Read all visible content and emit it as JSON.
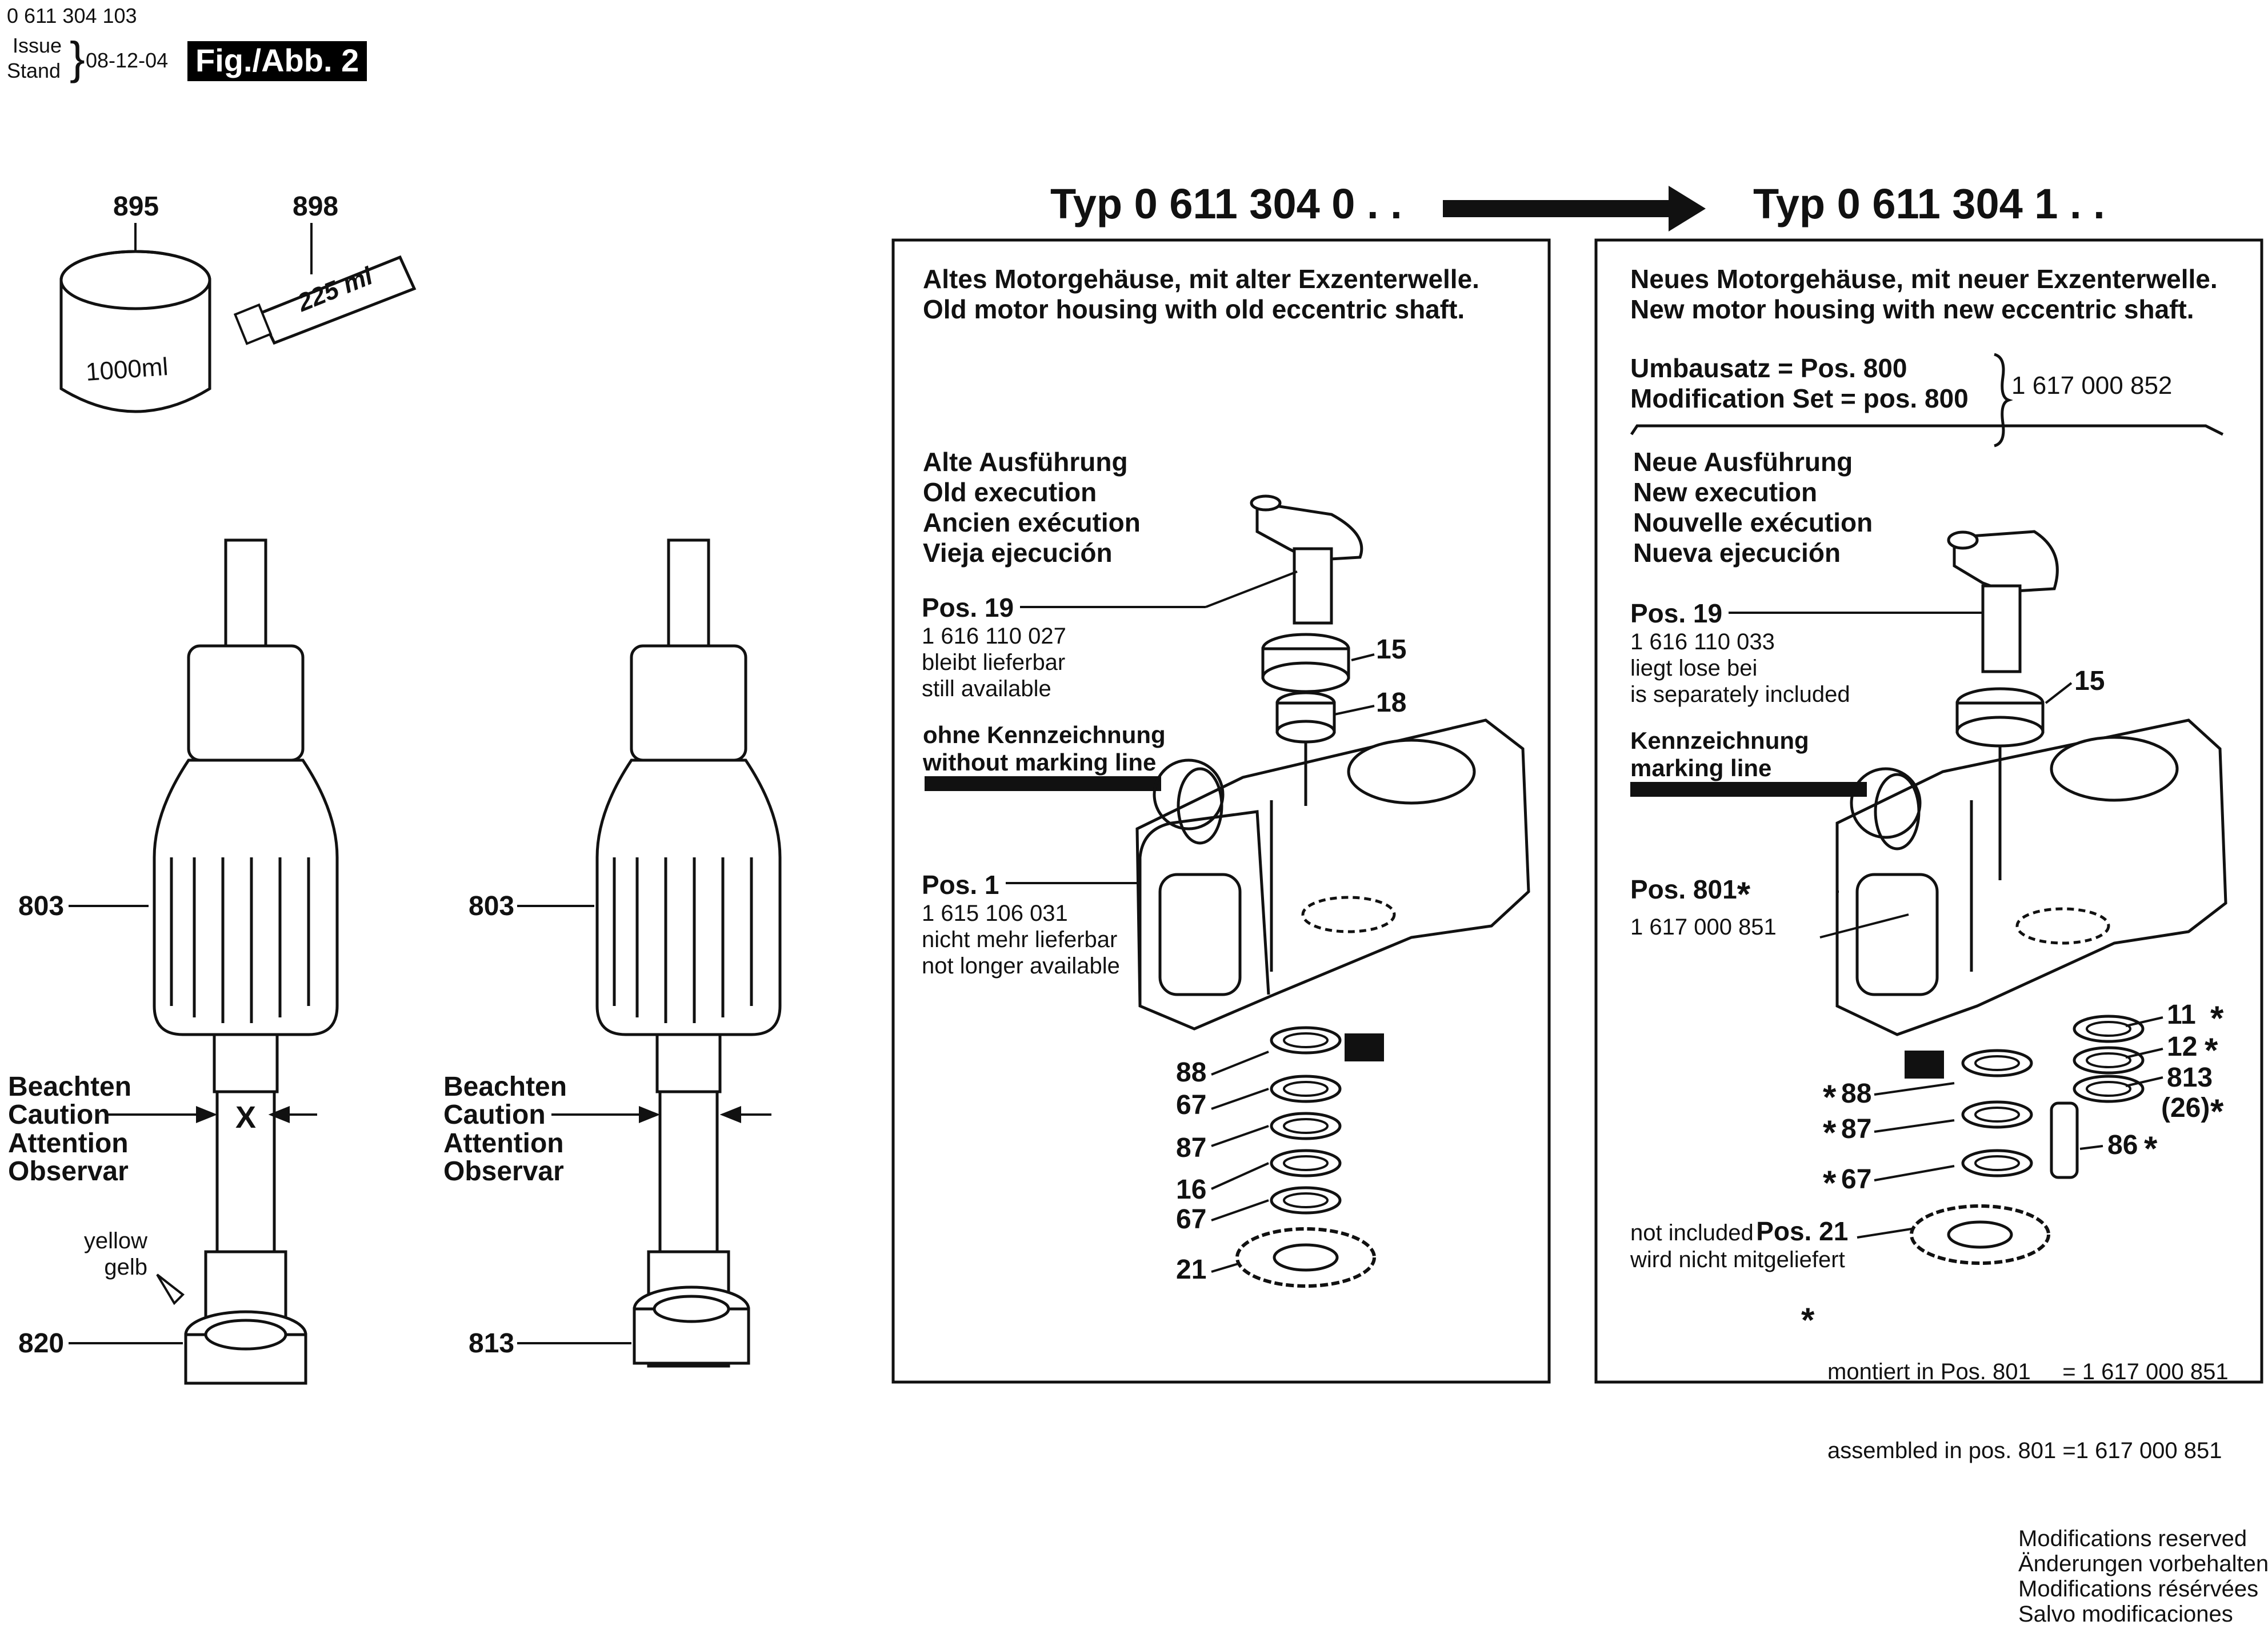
{
  "header": {
    "doc_number": "0 611 304 103",
    "issue_label": "Issue",
    "stand_label": "Stand",
    "issue_date": "08-12-04",
    "figure_label": "Fig./Abb. 2"
  },
  "consumables": {
    "grease_can": {
      "pos": "895",
      "text": "1000ml"
    },
    "grease_tube": {
      "pos": "898",
      "text": "225 ml"
    }
  },
  "armature_left": {
    "pos_rotor": "803",
    "pos_bearing": "820",
    "caution": [
      "Beachten",
      "Caution",
      "Attention",
      "Observar"
    ],
    "mark": "X",
    "color_note": [
      "yellow",
      "gelb"
    ]
  },
  "armature_right": {
    "pos_rotor": "803",
    "pos_bearing": "813",
    "caution": [
      "Beachten",
      "Caution",
      "Attention",
      "Observar"
    ]
  },
  "old_type": {
    "title": "Typ 0 611 304 0 . .",
    "box_title_de": "Altes Motorgehäuse, mit alter Exzenterwelle.",
    "box_title_en": "Old motor housing with old eccentric shaft.",
    "execution": [
      "Alte Ausführung",
      "Old execution",
      "Ancien exécution",
      "Vieja ejecución"
    ],
    "pos19": {
      "label": "Pos. 19",
      "number": "1 616 110 027",
      "note_de": "bleibt lieferbar",
      "note_en": "still available"
    },
    "marking": [
      "ohne Kennzeichnung",
      "without marking line"
    ],
    "pos1": {
      "label": "Pos. 1",
      "number": "1 615 106 031",
      "note_de": "nicht mehr lieferbar",
      "note_en": "not longer available"
    },
    "callouts": [
      "15",
      "18",
      "88",
      "67",
      "87",
      "16",
      "67",
      "21"
    ]
  },
  "new_type": {
    "title": "Typ 0 611 304 1 . .",
    "box_title_de": "Neues Motorgehäuse, mit neuer Exzenterwelle.",
    "box_title_en": "New motor housing with new eccentric shaft.",
    "modset": {
      "line_de": "Umbausatz = Pos. 800",
      "line_en": "Modification Set = pos. 800",
      "number": "1 617 000 852"
    },
    "execution": [
      "Neue Ausführung",
      "New execution",
      "Nouvelle exécution",
      "Nueva ejecución"
    ],
    "pos19": {
      "label": "Pos. 19",
      "number": "1 616 110 033",
      "note_de": "liegt lose bei",
      "note_en": "is separately included"
    },
    "marking": [
      "Kennzeichnung",
      "marking line"
    ],
    "pos801": {
      "label": "Pos. 801",
      "star": "*",
      "number": "1 617 000 851"
    },
    "callouts": [
      "15",
      "11",
      "12",
      "813",
      "(26)",
      "86",
      "88",
      "87",
      "67"
    ],
    "pos21": {
      "prefix": "not included",
      "label": "Pos. 21",
      "note_de": "wird nicht mitgeliefert"
    },
    "footnote": {
      "star": "*",
      "line1": "montiert in Pos. 801     = 1 617 000 851",
      "line2": "assembled in pos. 801 =1 617 000 851"
    }
  },
  "footer": [
    "Modifications reserved",
    "Änderungen vorbehalten",
    "Modifications résérvées",
    "Salvo modificaciones"
  ],
  "colors": {
    "ink": "#111111",
    "paper": "#ffffff"
  }
}
